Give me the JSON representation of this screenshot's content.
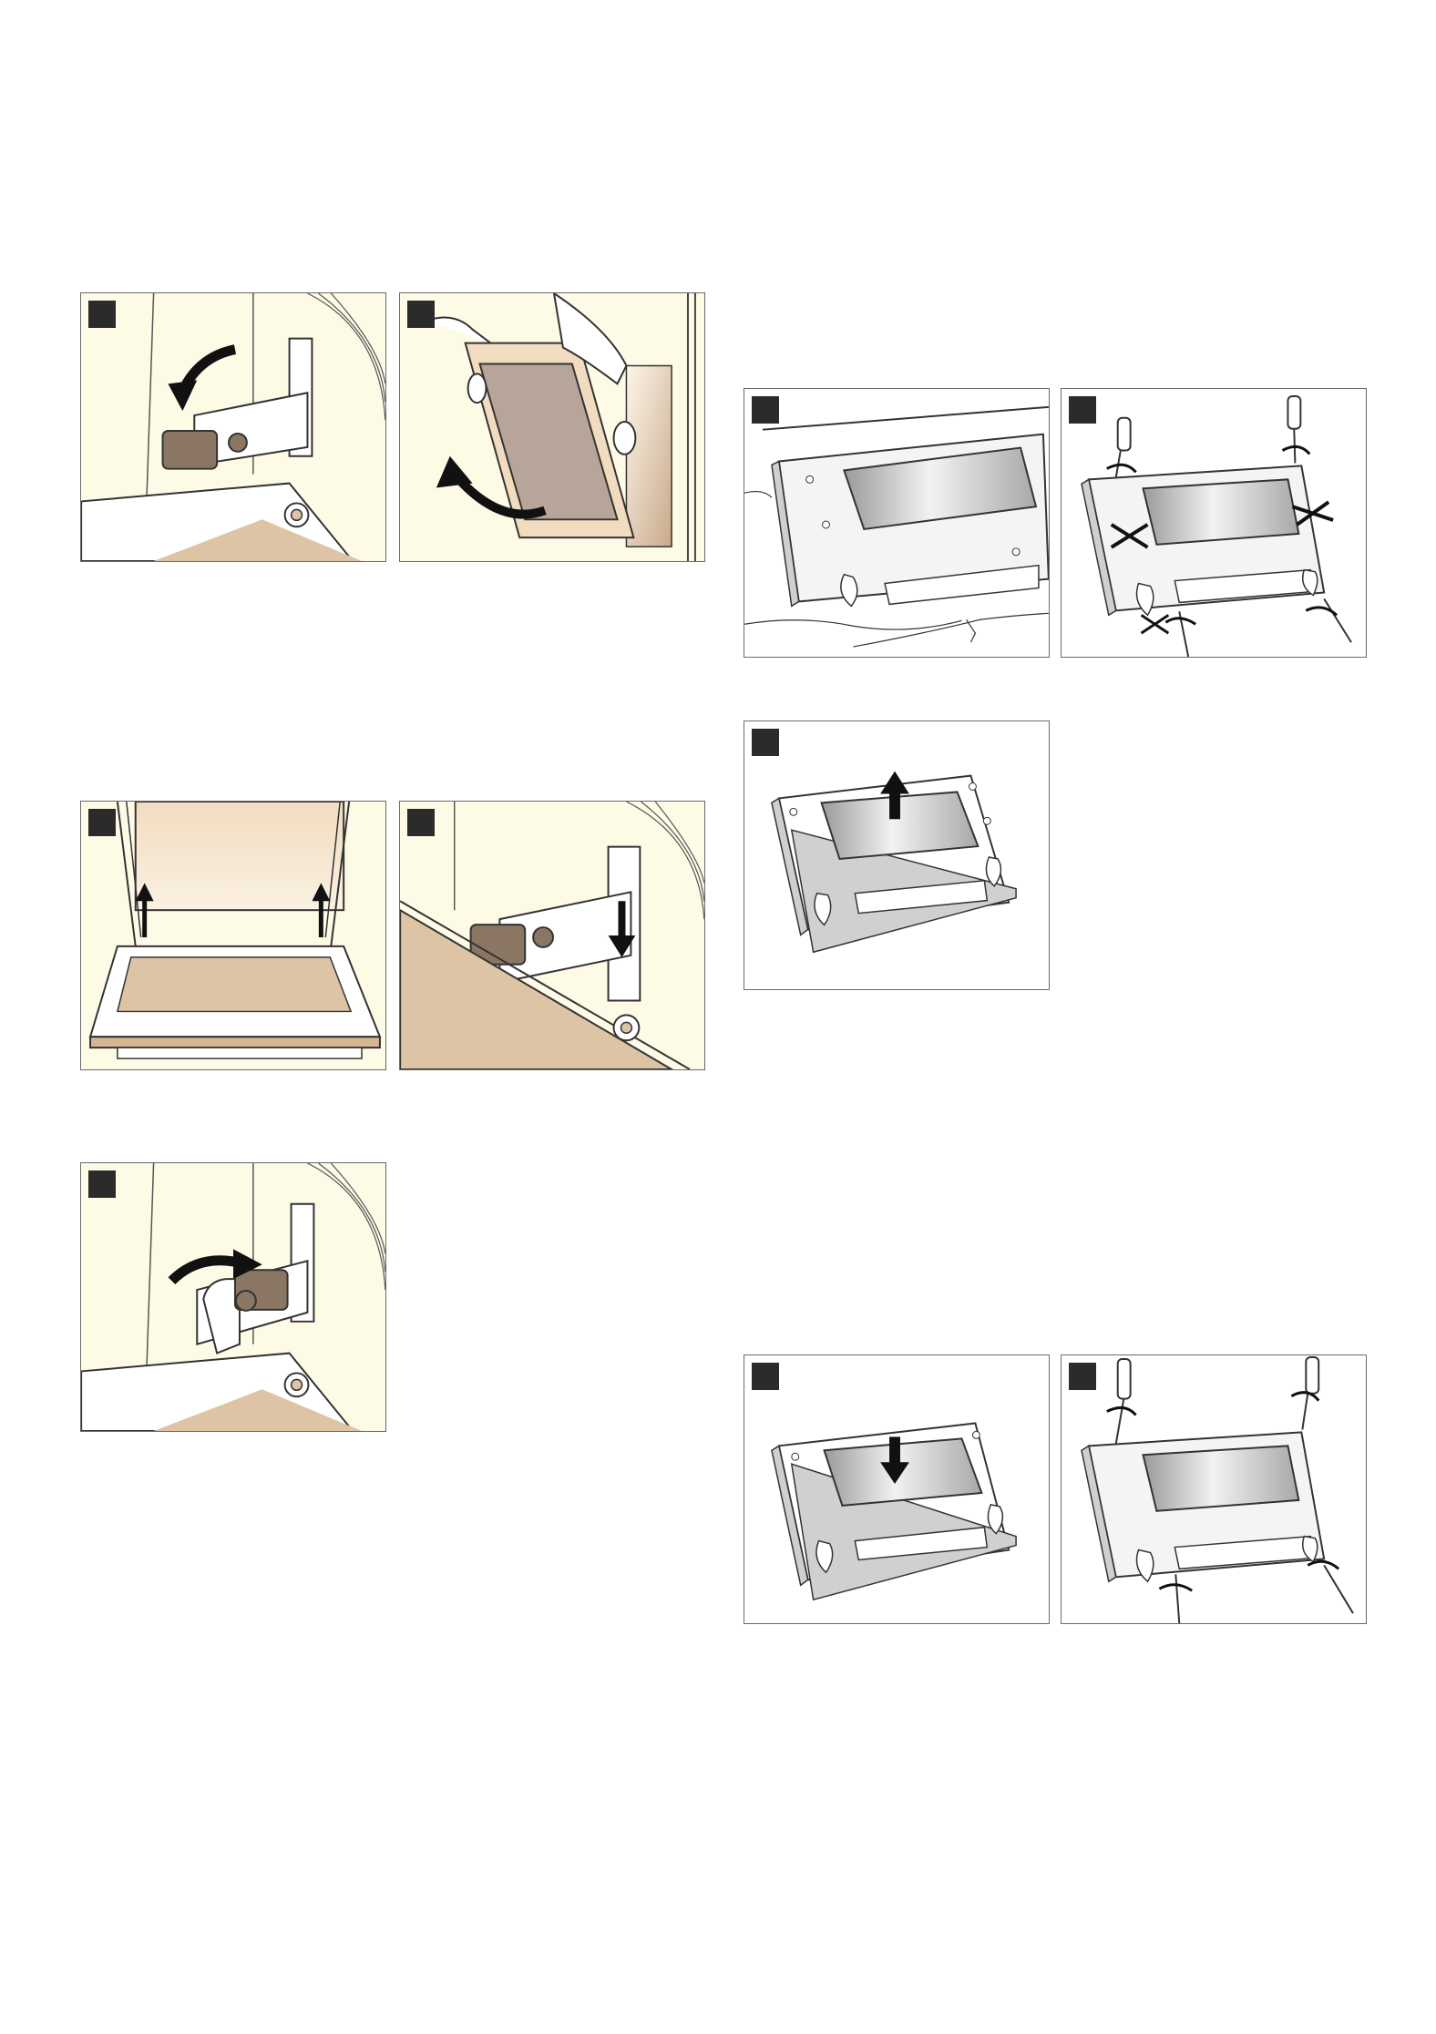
{
  "page": {
    "background": "#ffffff",
    "panel_colors": {
      "cream": "#fdfae6",
      "beige": "#dcc4a4",
      "hinge": "#8a7663",
      "steel": "#b5b5b5",
      "marker": "#2b2b2b"
    }
  },
  "left_column": {
    "panels": [
      {
        "id": "unlock-hinge-lever",
        "description_icon": "hinge-lever-open-icon"
      },
      {
        "id": "lift-off-door",
        "description_icon": "remove-door-icon"
      },
      {
        "id": "insert-door-hooks",
        "description_icon": "hang-door-icon"
      },
      {
        "id": "hinge-slot-insert",
        "description_icon": "hinge-slot-down-icon"
      },
      {
        "id": "lock-hinge-lever",
        "description_icon": "hinge-lever-close-icon"
      }
    ]
  },
  "right_column": {
    "panels": [
      {
        "id": "door-face-down",
        "description_icon": "door-on-cloth-icon"
      },
      {
        "id": "unscrew-door-cover",
        "description_icon": "unscrew-icon"
      },
      {
        "id": "pull-out-pane",
        "description_icon": "pull-pane-up-icon"
      },
      {
        "id": "push-in-pane",
        "description_icon": "push-pane-down-icon"
      },
      {
        "id": "screw-door-cover",
        "description_icon": "screw-in-icon"
      }
    ]
  }
}
